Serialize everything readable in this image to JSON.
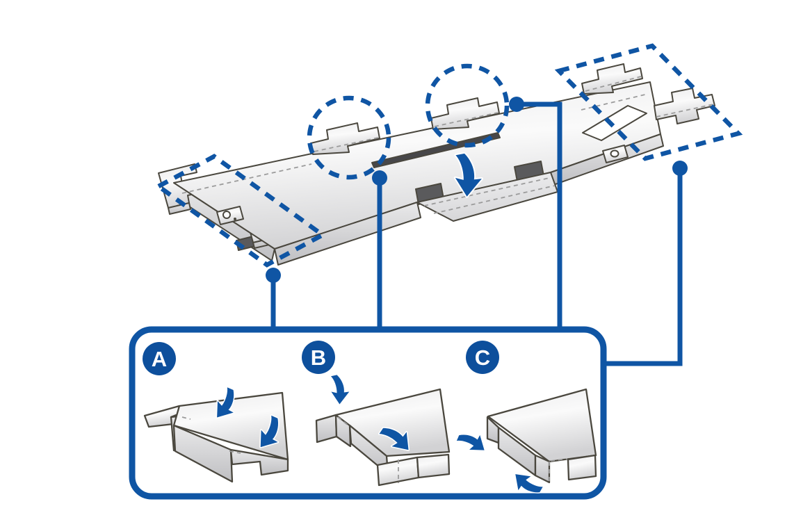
{
  "figure": {
    "kind": "fold-instruction-diagram",
    "subject": "sheet-metal shield blank with fold callouts"
  },
  "colors": {
    "accent_blue": "#0F55A4",
    "badge_blue": "#0D4F9C",
    "metal_light": "#FAFAFA",
    "metal_mid": "#DDDDDE",
    "metal_dark": "#C4C4C7",
    "outline": "#4A473E",
    "notch_dark": "#5A5A5C",
    "slot_dark": "#47474A",
    "fold_gray": "#9B9B9B",
    "background": "#FFFFFF"
  },
  "main_view": {
    "highlights": [
      {
        "shape": "dashed-rect",
        "target": "left-end-section",
        "links_to": "A"
      },
      {
        "shape": "dashed-circle",
        "target": "rear-tab-1",
        "links_to": "B"
      },
      {
        "shape": "dashed-circle",
        "target": "rear-tab-2",
        "links_to": "C"
      },
      {
        "shape": "dashed-rect",
        "target": "right-end-section",
        "links_to": "C"
      },
      {
        "shape": "curved-arrow",
        "target": "front-center-flap",
        "meaning": "fold-down"
      }
    ]
  },
  "inset": {
    "details": [
      {
        "label": "A",
        "shows": "fold end flange and front-wall tab down"
      },
      {
        "label": "B",
        "shows": "fold rear upstand and bottom tab down"
      },
      {
        "label": "C",
        "shows": "fold corner walls under the plate"
      }
    ]
  }
}
